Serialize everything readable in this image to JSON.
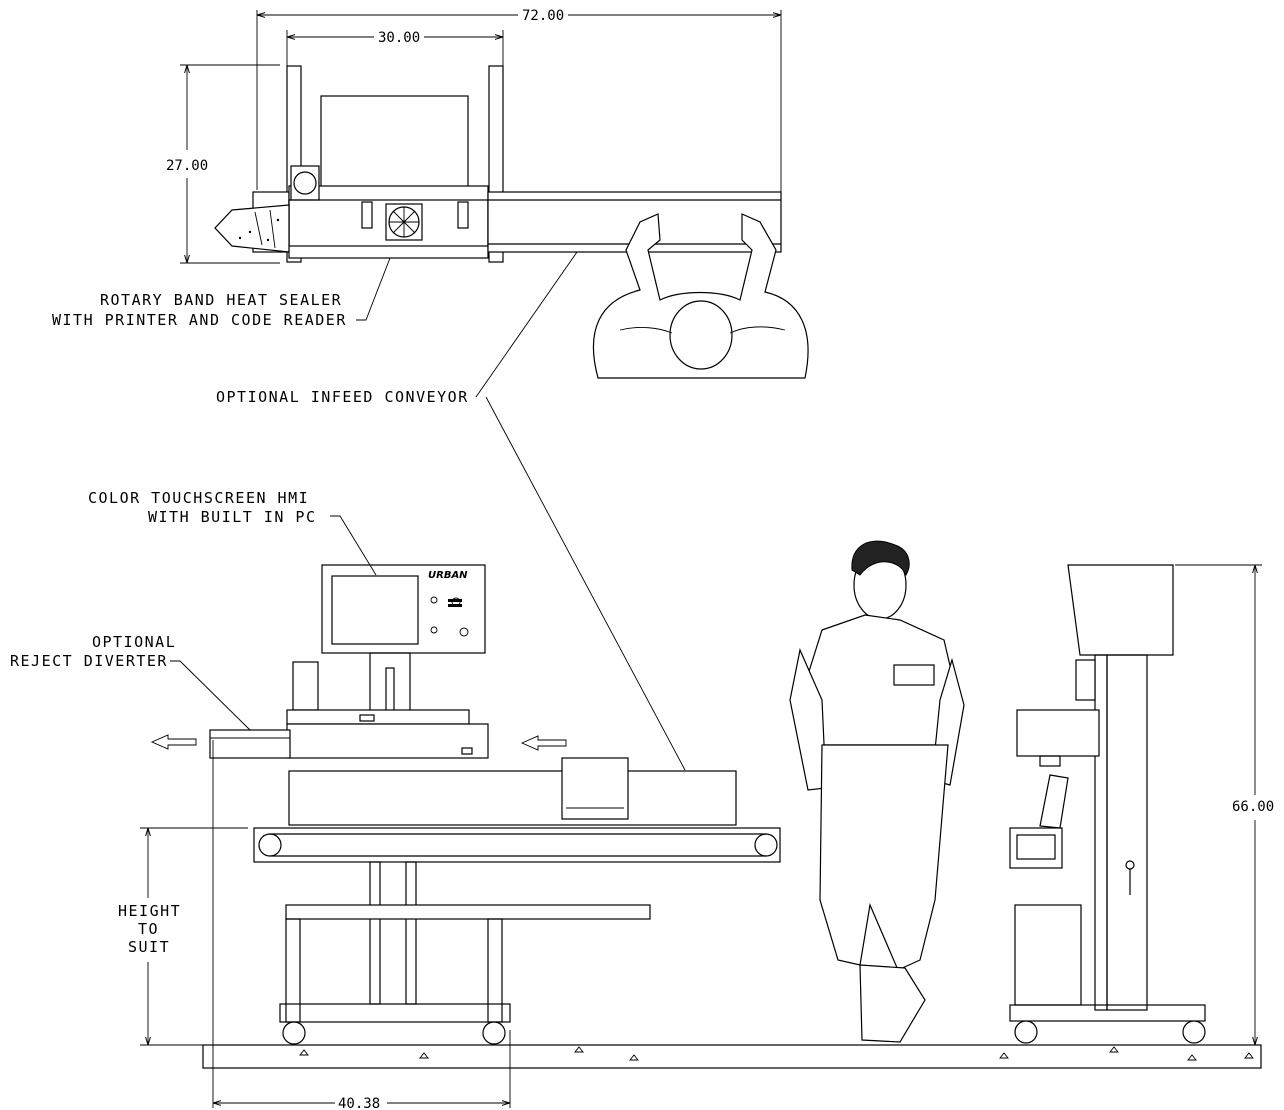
{
  "dimensions": {
    "overall_length": "72.00",
    "sealer_length": "30.00",
    "sealer_depth": "27.00",
    "machine_height": "66.00",
    "base_width": "40.38"
  },
  "labels": {
    "sealer_line1": "ROTARY BAND HEAT SEALER",
    "sealer_line2": "WITH PRINTER AND CODE READER",
    "infeed": "OPTIONAL INFEED CONVEYOR",
    "hmi_line1": "COLOR TOUCHSCREEN HMI",
    "hmi_line2": "WITH BUILT IN PC",
    "reject_line1": "OPTIONAL",
    "reject_line2": "REJECT DIVERTER",
    "height_line1": "HEIGHT",
    "height_line2": "TO",
    "height_line3": "SUIT"
  },
  "icons": [
    "flow-arrow-left",
    "fan-icon",
    "person-figure",
    "operator-top-view"
  ]
}
